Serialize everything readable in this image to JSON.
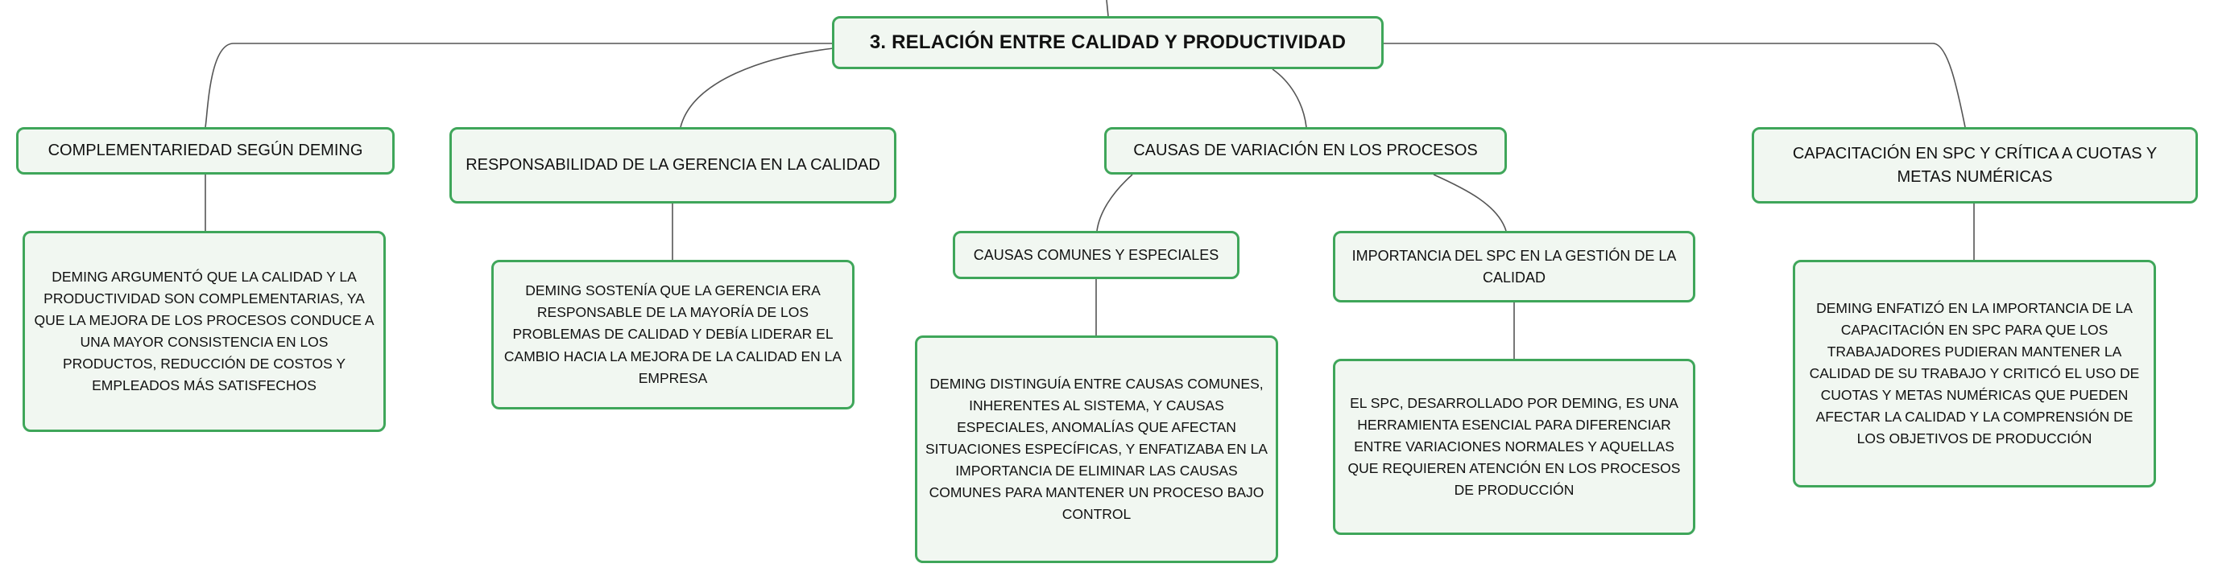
{
  "colors": {
    "node_border": "#3fa65a",
    "node_fill": "#f1f7f1",
    "connector": "#555555",
    "text": "#111111"
  },
  "root": {
    "label": "3. RELACIÓN ENTRE CALIDAD Y PRODUCTIVIDAD"
  },
  "branches": [
    {
      "label": "COMPLEMENTARIEDAD SEGÚN DEMING",
      "detail": "DEMING ARGUMENTÓ QUE LA CALIDAD Y LA PRODUCTIVIDAD SON COMPLEMENTARIAS, YA QUE LA MEJORA DE LOS PROCESOS CONDUCE A UNA MAYOR CONSISTENCIA EN LOS PRODUCTOS, REDUCCIÓN DE COSTOS Y EMPLEADOS MÁS SATISFECHOS"
    },
    {
      "label": "RESPONSABILIDAD DE LA GERENCIA EN LA CALIDAD",
      "detail": "DEMING SOSTENÍA QUE LA GERENCIA ERA RESPONSABLE DE LA MAYORÍA DE LOS PROBLEMAS DE CALIDAD Y DEBÍA LIDERAR EL CAMBIO HACIA LA MEJORA DE LA CALIDAD EN LA EMPRESA"
    },
    {
      "label": "CAUSAS DE VARIACIÓN EN LOS PROCESOS",
      "children": [
        {
          "label": "CAUSAS COMUNES Y ESPECIALES",
          "detail": "DEMING DISTINGUÍA ENTRE CAUSAS COMUNES, INHERENTES AL SISTEMA, Y CAUSAS ESPECIALES, ANOMALÍAS QUE AFECTAN SITUACIONES ESPECÍFICAS, Y ENFATIZABA EN LA IMPORTANCIA DE ELIMINAR LAS CAUSAS COMUNES PARA MANTENER UN PROCESO BAJO CONTROL"
        },
        {
          "label": "IMPORTANCIA DEL SPC EN LA GESTIÓN DE LA CALIDAD",
          "detail": "EL SPC, DESARROLLADO POR DEMING, ES UNA HERRAMIENTA ESENCIAL PARA DIFERENCIAR ENTRE VARIACIONES NORMALES Y AQUELLAS QUE REQUIEREN ATENCIÓN EN LOS PROCESOS DE PRODUCCIÓN"
        }
      ]
    },
    {
      "label": "CAPACITACIÓN EN SPC Y CRÍTICA A CUOTAS Y METAS NUMÉRICAS",
      "detail": "DEMING ENFATIZÓ EN LA IMPORTANCIA DE LA CAPACITACIÓN EN SPC PARA QUE LOS TRABAJADORES PUDIERAN MANTENER LA CALIDAD DE SU TRABAJO Y CRITICÓ EL USO DE CUOTAS Y METAS NUMÉRICAS QUE PUEDEN AFECTAR LA CALIDAD Y LA COMPRENSIÓN DE LOS OBJETIVOS DE PRODUCCIÓN"
    }
  ]
}
